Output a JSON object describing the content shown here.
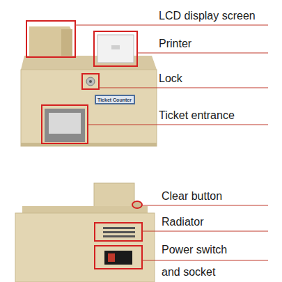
{
  "diagram": {
    "labels": [
      "LCD display screen",
      "Printer",
      "Lock",
      "Ticket entrance",
      "Ticket Counter",
      "Clear button",
      "Radiator",
      "Power switch and socket"
    ]
  }
}
